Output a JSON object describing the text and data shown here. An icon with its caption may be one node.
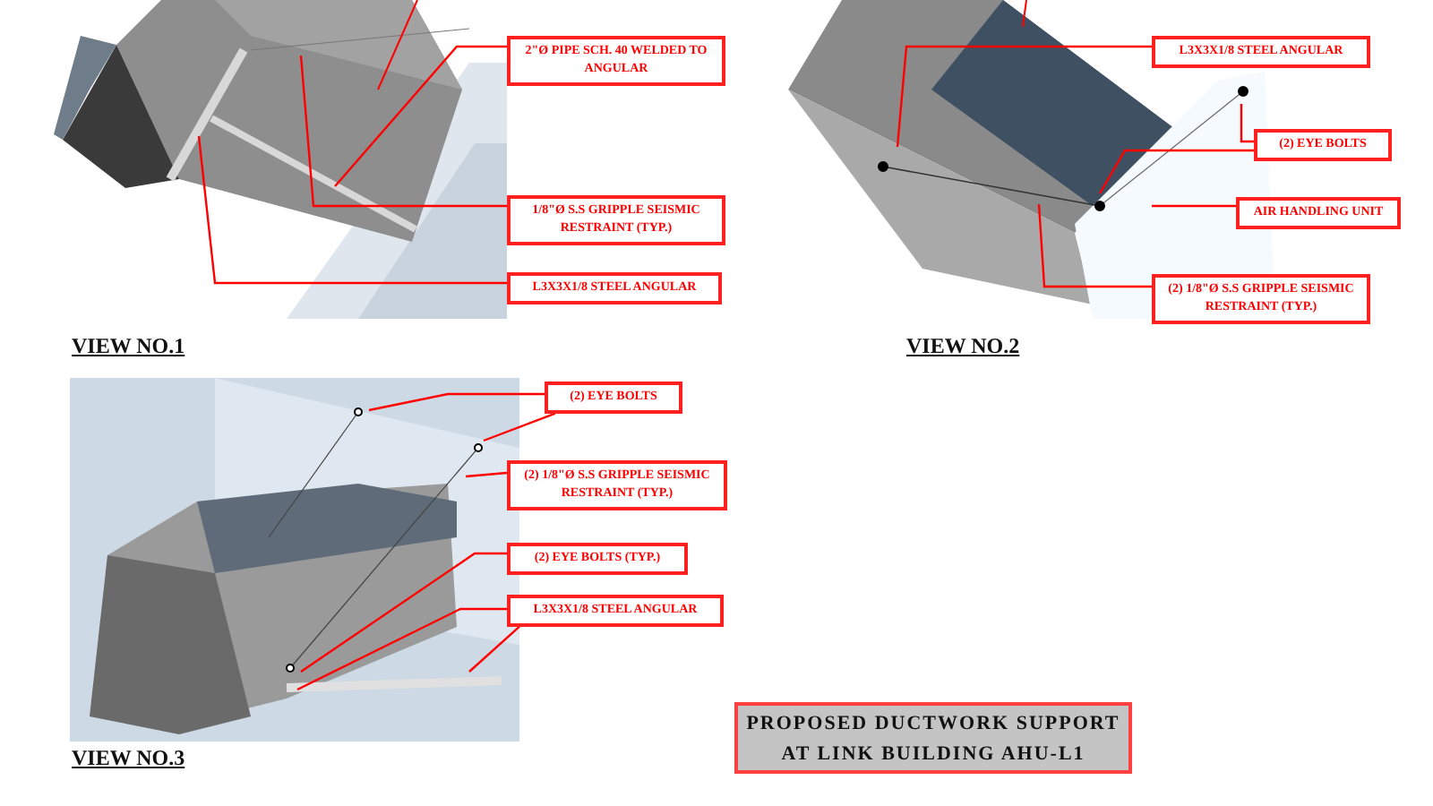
{
  "diagram": {
    "title": "PROPOSED DUCTWORK SUPPORT AT LINK BUILDING AHU-L1",
    "nodes": [
      {
        "text": [
          "2\"Ø PIPE SCH. 40 WELDED TO ANGULAR"
        ]
      },
      {
        "text": [
          "1/8\"Ø S.S GRIPPLE SEISMIC RESTRAINT (TYP.)"
        ]
      },
      {
        "text": [
          "L3X3X1/8 STEEL ANGULAR"
        ]
      },
      {
        "text": [
          "L3X3X1/8 STEEL ANGULAR"
        ]
      },
      {
        "text": [
          "(2) EYE BOLTS"
        ]
      },
      {
        "text": [
          "AIR HANDLING UNIT"
        ]
      },
      {
        "text": [
          "(2) 1/8\"Ø S.S GRIPPLE SEISMIC RESTRAINT (TYP.)"
        ]
      },
      {
        "text": [
          "(2) EYE BOLTS"
        ]
      },
      {
        "text": [
          "(2) 1/8\"Ø S.S GRIPPLE SEISMIC RESTRAINT (TYP.)"
        ]
      },
      {
        "text": [
          "(2) EYE BOLTS (TYP.)"
        ]
      },
      {
        "text": [
          "L3X3X1/8 STEEL ANGULAR"
        ]
      }
    ],
    "edges": [
      {
        "from": 0,
        "to": null,
        "arrow": "none"
      },
      {
        "from": 1,
        "to": null,
        "arrow": "none"
      },
      {
        "from": 2,
        "to": null,
        "arrow": "none"
      },
      {
        "from": 3,
        "to": null,
        "arrow": "none"
      },
      {
        "from": 4,
        "to": null,
        "arrow": "none"
      },
      {
        "from": 4,
        "to": null,
        "arrow": "none"
      },
      {
        "from": 5,
        "to": null,
        "arrow": "none"
      },
      {
        "from": 6,
        "to": null,
        "arrow": "none"
      },
      {
        "from": 7,
        "to": null,
        "arrow": "none"
      },
      {
        "from": 7,
        "to": null,
        "arrow": "none"
      },
      {
        "from": 8,
        "to": null,
        "arrow": "none"
      },
      {
        "from": 9,
        "to": null,
        "arrow": "none"
      },
      {
        "from": 10,
        "to": null,
        "arrow": "none"
      },
      {
        "from": 10,
        "to": null,
        "arrow": "none"
      }
    ],
    "labels": [
      "VIEW NO.1",
      "VIEW NO.2",
      "VIEW NO.3"
    ]
  }
}
